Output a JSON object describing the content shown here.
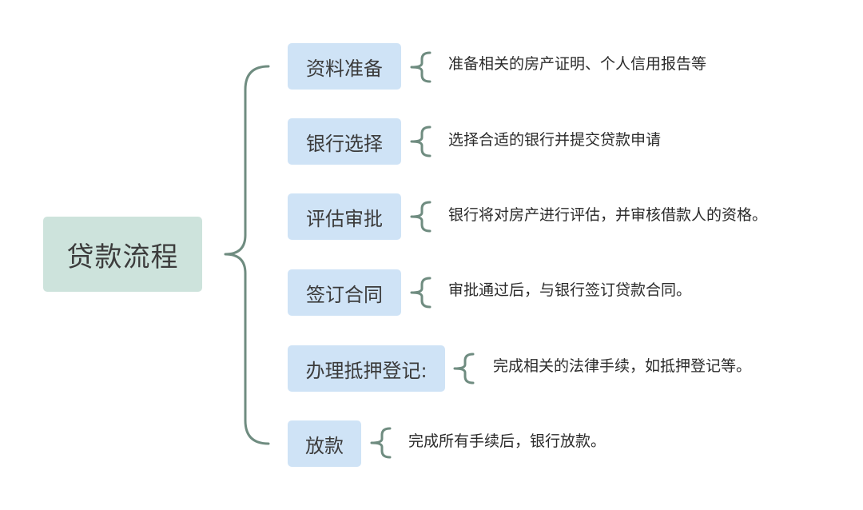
{
  "root": {
    "label": "贷款流程"
  },
  "colors": {
    "root_fill": "#cde3dc",
    "step_fill": "#cfe3f6",
    "connector": "#6f8c80"
  },
  "steps": [
    {
      "label": "资料准备",
      "description": "准备相关的房产证明、个人信用报告等"
    },
    {
      "label": "银行选择",
      "description": "选择合适的银行并提交贷款申请"
    },
    {
      "label": "评估审批",
      "description": "银行将对房产进行评估，并审核借款人的资格。"
    },
    {
      "label": "签订合同",
      "description": "审批通过后，与银行签订贷款合同。"
    },
    {
      "label": "办理抵押登记:",
      "description": "完成相关的法律手续，如抵押登记等。"
    },
    {
      "label": "放款",
      "description": "完成所有手续后，银行放款。"
    }
  ]
}
